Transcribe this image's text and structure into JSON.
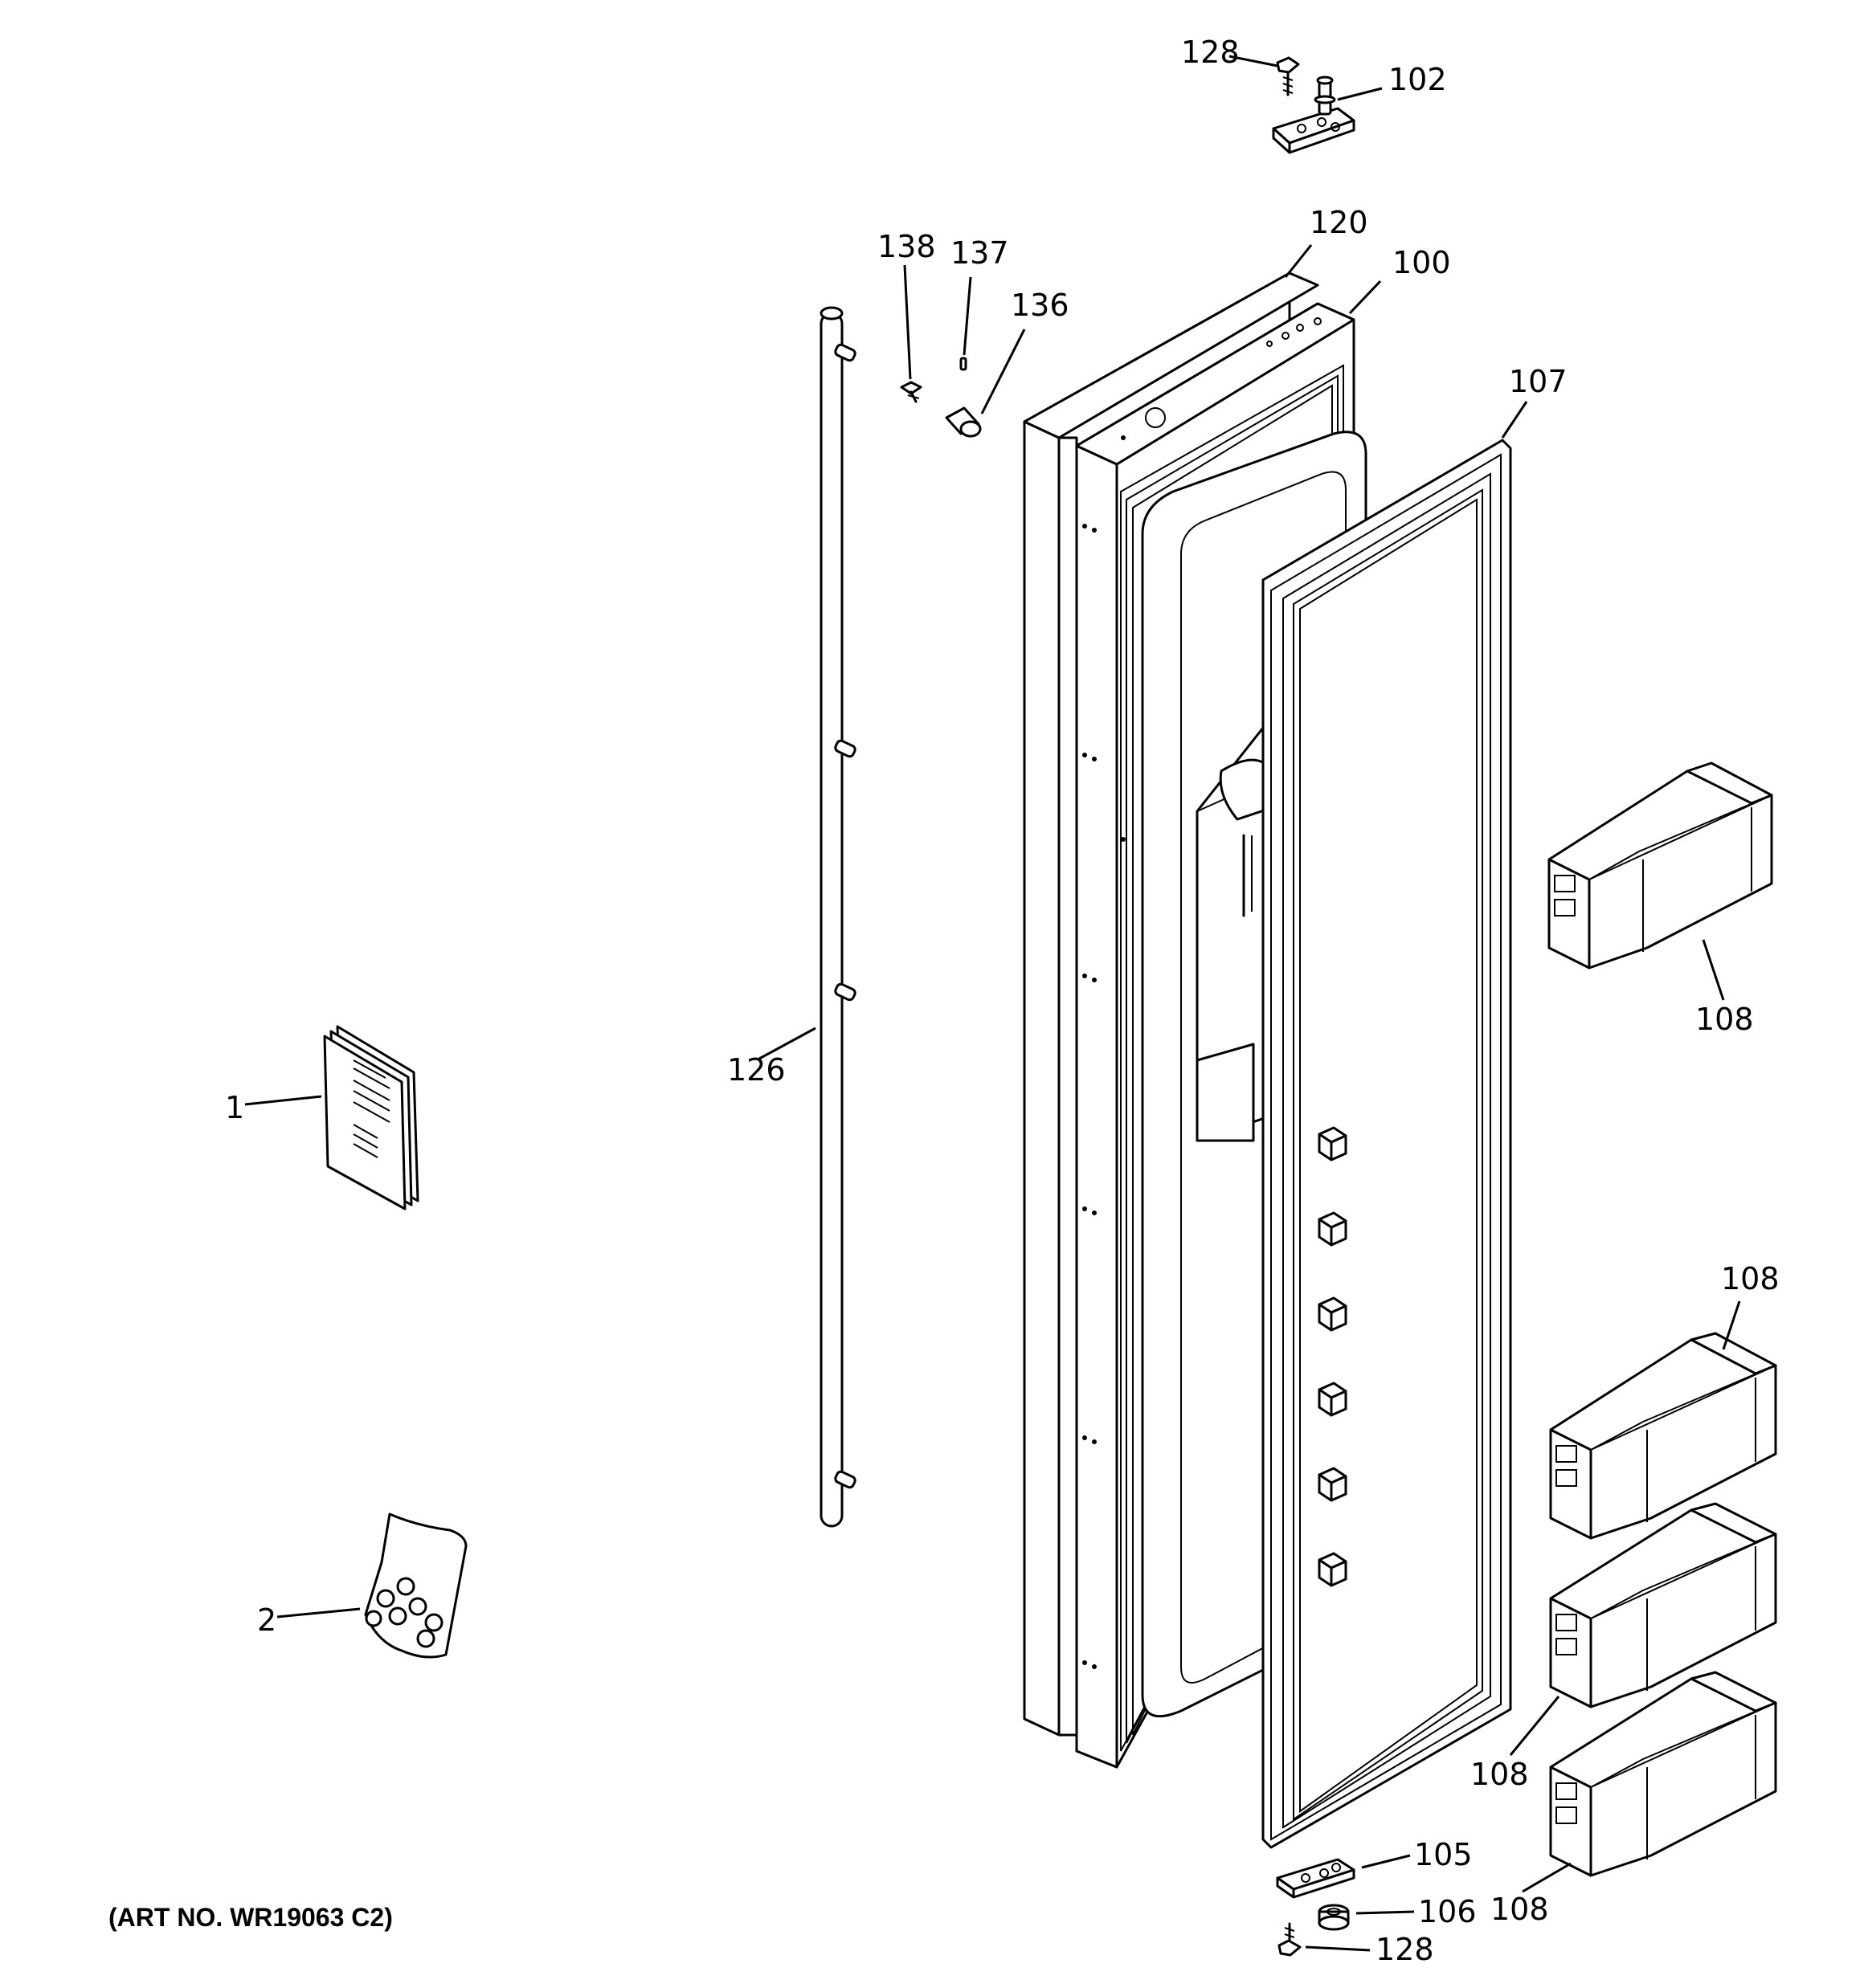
{
  "callouts": {
    "c128_top": "128",
    "c102": "102",
    "c120": "120",
    "c100": "100",
    "c138": "138",
    "c137": "137",
    "c136": "136",
    "c107": "107",
    "c108_a": "108",
    "c108_b": "108",
    "c108_c": "108",
    "c108_d": "108",
    "c126": "126",
    "c1": "1",
    "c2": "2",
    "c105": "105",
    "c106": "106",
    "c128_bottom": "128"
  },
  "art_number": "(ART NO. WR19063 C2)"
}
